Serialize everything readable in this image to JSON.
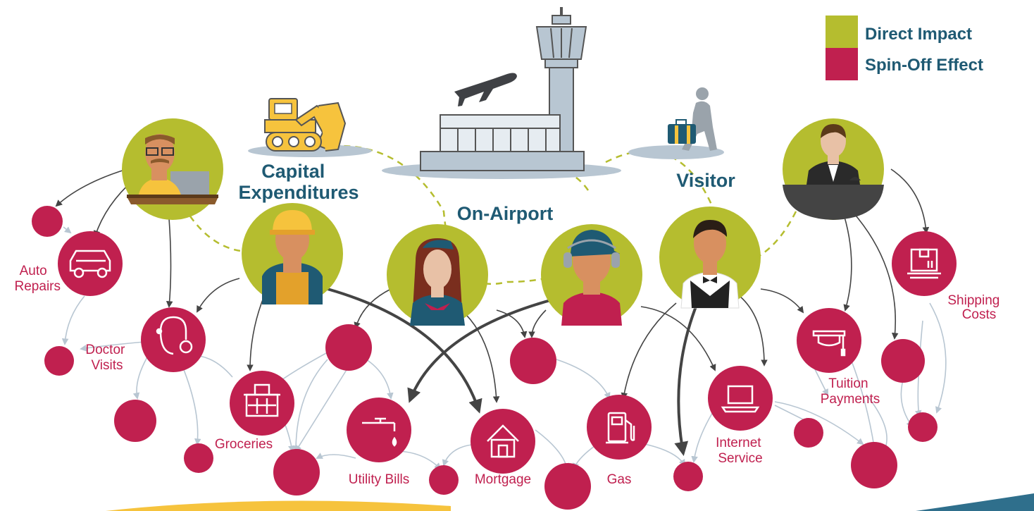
{
  "legend": {
    "items": [
      {
        "label": "Direct Impact",
        "color": "#b5bd2f"
      },
      {
        "label": "Spin-Off Effect",
        "color": "#c0204f"
      }
    ]
  },
  "categories": {
    "capital": [
      "Capital",
      "Expenditures"
    ],
    "on_airport": "On-Airport",
    "visitor": "Visitor"
  },
  "spending": {
    "auto": [
      "Auto",
      "Repairs"
    ],
    "doctor": [
      "Doctor",
      "Visits"
    ],
    "groceries": "Groceries",
    "utility": "Utility Bills",
    "mortgage": "Mortgage",
    "gas": "Gas",
    "internet": [
      "Internet",
      "Service"
    ],
    "tuition": [
      "Tuition",
      "Payments"
    ],
    "shipping": [
      "Shipping",
      "Costs"
    ]
  },
  "colors": {
    "direct": "#b5bd2f",
    "spin": "#c0204f",
    "title": "#1f5a73",
    "arrow_dark": "#444444",
    "arrow_light": "#b8c6d2"
  },
  "icons": [
    "airport-tower-icon",
    "airplane-icon",
    "excavator-icon",
    "traveler-icon",
    "car-icon",
    "stethoscope-icon",
    "basket-icon",
    "faucet-icon",
    "house-icon",
    "gas-pump-icon",
    "laptop-icon",
    "graduation-cap-icon",
    "package-icon"
  ]
}
